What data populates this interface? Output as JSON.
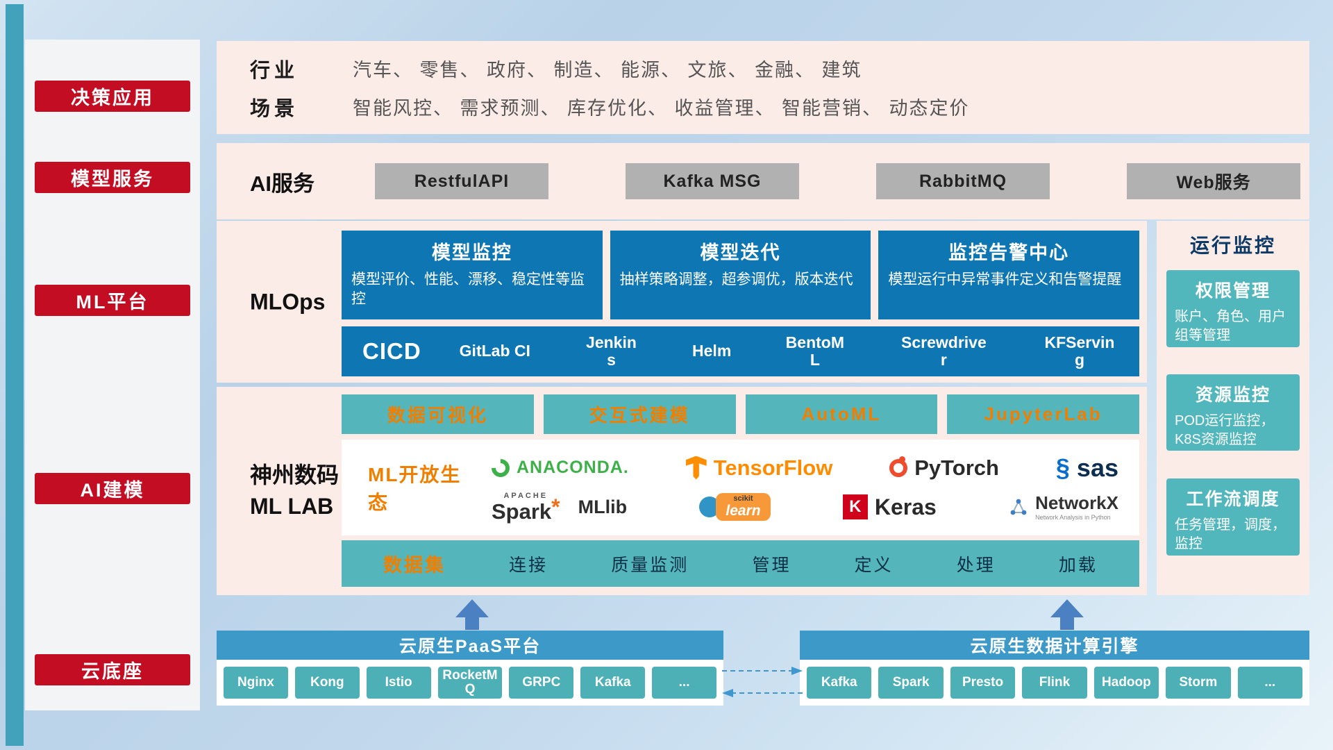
{
  "sidebar": {
    "items": [
      {
        "label": "决策应用"
      },
      {
        "label": "模型服务"
      },
      {
        "label": "ML平台"
      },
      {
        "label": "AI建模"
      },
      {
        "label": "云底座"
      }
    ]
  },
  "industry": {
    "row1_label": "行业",
    "row1_text": "汽车、 零售、 政府、 制造、 能源、 文旅、 金融、 建筑",
    "row2_label": "场景",
    "row2_text": "智能风控、 需求预测、 库存优化、 收益管理、 智能营销、 动态定价"
  },
  "ai_service": {
    "label": "AI服务",
    "buttons": [
      {
        "label": "RestfulAPI"
      },
      {
        "label": "Kafka MSG"
      },
      {
        "label": "RabbitMQ"
      },
      {
        "label": "Web服务"
      }
    ]
  },
  "mlops": {
    "label": "MLOps",
    "cards": [
      {
        "title": "模型监控",
        "desc": "模型评价、性能、漂移、稳定性等监控"
      },
      {
        "title": "模型迭代",
        "desc": "抽样策略调整，超参调优，版本迭代"
      },
      {
        "title": "监控告警中心",
        "desc": "模型运行中异常事件定义和告警提醒"
      }
    ],
    "cicd_label": "CICD",
    "cicd_tools": [
      {
        "label": "GitLab CI"
      },
      {
        "label": "Jenkins"
      },
      {
        "label": "Helm"
      },
      {
        "label": "BentoML"
      },
      {
        "label": "Screwdriver"
      },
      {
        "label": "KFServing"
      }
    ]
  },
  "monitor": {
    "title": "运行监控",
    "cards": [
      {
        "title": "权限管理",
        "desc": "账户、角色、用户组等管理"
      },
      {
        "title": "资源监控",
        "desc": "POD运行监控，K8S资源监控"
      },
      {
        "title": "工作流调度",
        "desc": "任务管理，调度，监控"
      }
    ]
  },
  "mllab": {
    "label_line1": "神州数码",
    "label_line2": "ML LAB",
    "tools": [
      {
        "label": "数据可视化"
      },
      {
        "label": "交互式建模"
      },
      {
        "label": "AutoML"
      },
      {
        "label": "JupyterLab"
      }
    ],
    "eco": {
      "label": "ML开放生态",
      "anaconda": "ANACONDA.",
      "tensorflow": "TensorFlow",
      "pytorch": "PyTorch",
      "sas": "sas",
      "spark_brand": "APACHE",
      "spark": "Spark",
      "mllib": "MLlib",
      "scikit_top": "scikit",
      "scikit_main": "learn",
      "keras_mark": "K",
      "keras": "Keras",
      "networkx": "NetworkX",
      "networkx_sub": "Network Analysis in Python"
    },
    "data_band": {
      "first": "数据集",
      "items": [
        {
          "label": "连接"
        },
        {
          "label": "质量监测"
        },
        {
          "label": "管理"
        },
        {
          "label": "定义"
        },
        {
          "label": "处理"
        },
        {
          "label": "加载"
        }
      ]
    }
  },
  "cloud": {
    "paas": {
      "title": "云原生PaaS平台",
      "chips": [
        {
          "label": "Nginx"
        },
        {
          "label": "Kong"
        },
        {
          "label": "Istio"
        },
        {
          "label": "RocketMQ"
        },
        {
          "label": "GRPC"
        },
        {
          "label": "Kafka"
        },
        {
          "label": "..."
        }
      ]
    },
    "engine": {
      "title": "云原生数据计算引擎",
      "chips": [
        {
          "label": "Kafka"
        },
        {
          "label": "Spark"
        },
        {
          "label": "Presto"
        },
        {
          "label": "Flink"
        },
        {
          "label": "Hadoop"
        },
        {
          "label": "Storm"
        },
        {
          "label": "..."
        }
      ]
    }
  },
  "colors": {
    "accent_red": "#c30d23",
    "deep_blue": "#0f76b4",
    "teal": "#54b5bb",
    "orange": "#f07f00"
  }
}
